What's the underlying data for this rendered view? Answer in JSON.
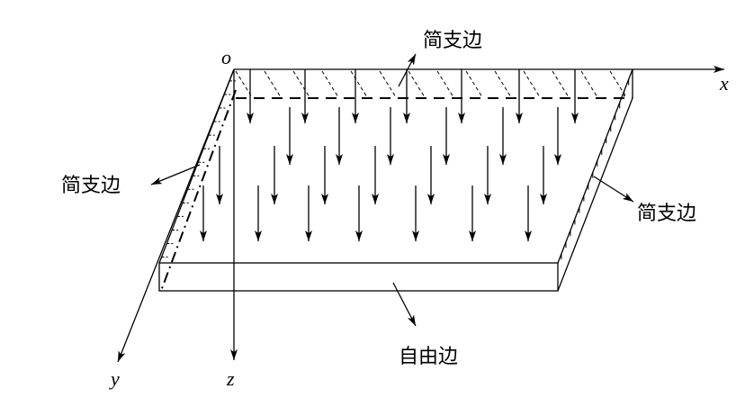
{
  "axes": {
    "origin": "o",
    "x": "x",
    "y": "y",
    "z": "z"
  },
  "labels": {
    "top_edge": "简支边",
    "left_edge": "简支边",
    "right_edge": "简支边",
    "front_edge": "自由边"
  }
}
